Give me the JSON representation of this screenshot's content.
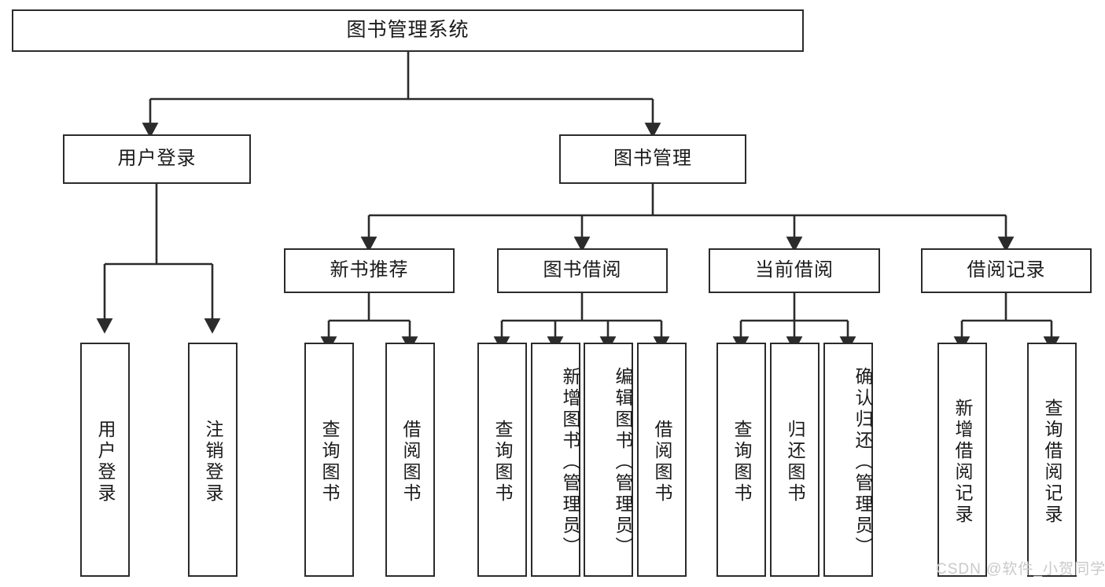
{
  "diagram": {
    "title": "图书管理系统",
    "type": "tree",
    "watermark": "CSDN @软件_小贺同学",
    "colors": {
      "box_border": "#2b2b2b",
      "box_fill": "#ffffff",
      "line": "#2b2b2b",
      "text": "#1a1a1a",
      "watermark": "#c9c9c9"
    },
    "levels": {
      "root": {
        "label": "图书管理系统"
      },
      "level2": [
        {
          "label": "用户登录"
        },
        {
          "label": "图书管理"
        }
      ],
      "level3": [
        {
          "label": "新书推荐"
        },
        {
          "label": "图书借阅"
        },
        {
          "label": "当前借阅"
        },
        {
          "label": "借阅记录"
        }
      ],
      "leaves": {
        "user_login": [
          {
            "label": "用户登录"
          },
          {
            "label": "注销登录"
          }
        ],
        "new_book_rec": [
          {
            "label": "查询图书"
          },
          {
            "label": "借阅图书"
          }
        ],
        "book_borrow": [
          {
            "label": "查询图书"
          },
          {
            "label": "新增图书（管理员）"
          },
          {
            "label": "编辑图书（管理员）"
          },
          {
            "label": "借阅图书"
          }
        ],
        "current_borrow": [
          {
            "label": "查询图书"
          },
          {
            "label": "归还图书"
          },
          {
            "label": "确认归还（管理员）"
          }
        ],
        "borrow_record": [
          {
            "label": "新增借阅记录"
          },
          {
            "label": "查询借阅记录"
          }
        ]
      }
    }
  }
}
